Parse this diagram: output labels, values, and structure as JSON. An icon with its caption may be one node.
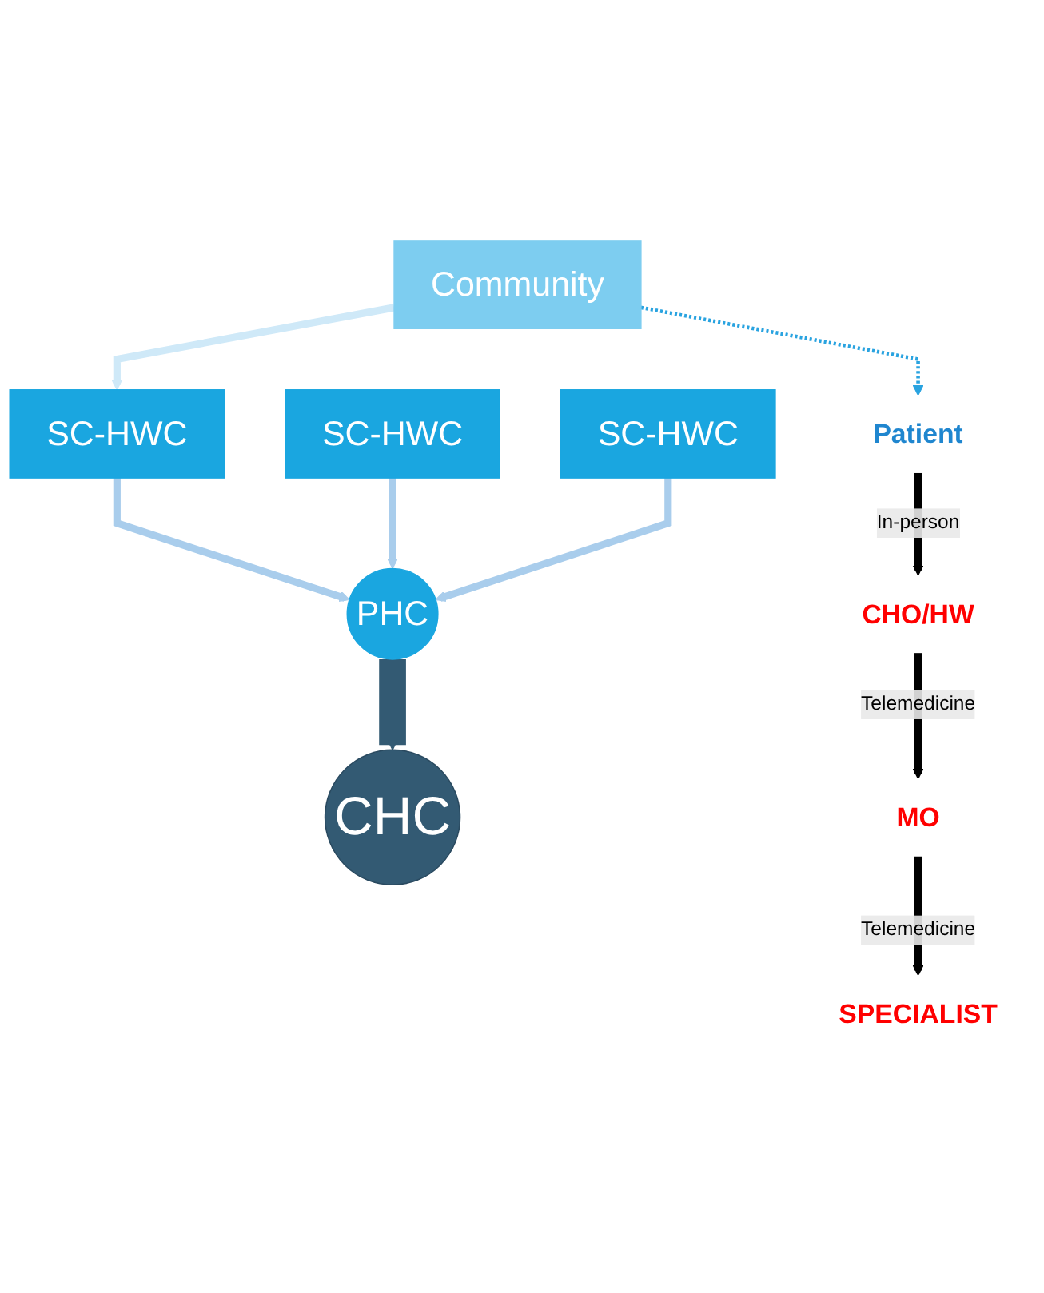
{
  "diagram": {
    "nodes": [
      {
        "text": [
          "Community"
        ]
      },
      {
        "text": [
          "Patient"
        ]
      },
      {
        "text": [
          "SC-HWC"
        ]
      },
      {
        "text": [
          "SC-HWC"
        ]
      },
      {
        "text": [
          "SC-HWC"
        ]
      },
      {
        "text": [
          "PHC"
        ]
      },
      {
        "text": [
          "CHO/HW"
        ]
      },
      {
        "text": [
          "CHC"
        ]
      },
      {
        "text": [
          "MO"
        ]
      },
      {
        "text": [
          "SPECIALIST"
        ]
      }
    ],
    "edges": [
      {
        "from": 0,
        "to": 1,
        "arrow": "to",
        "style": "dashed",
        "color": "#29a3e0"
      },
      {
        "from": 0,
        "to": 2,
        "arrow": "to",
        "color": "#cfe9f8"
      },
      {
        "from": 2,
        "to": 5,
        "arrow": "to",
        "color": "#a9cdec"
      },
      {
        "from": 3,
        "to": 5,
        "arrow": "to",
        "color": "#a9cdec"
      },
      {
        "from": 4,
        "to": 5,
        "arrow": "to",
        "color": "#a9cdec"
      },
      {
        "from": 5,
        "to": 7,
        "arrow": "to",
        "style": "thick",
        "color": "#335a73"
      },
      {
        "from": 1,
        "to": 6,
        "arrow": "to",
        "label": "In-person",
        "color": "#000000"
      },
      {
        "from": 6,
        "to": 8,
        "arrow": "to",
        "label": "Telemedicine",
        "color": "#000000"
      },
      {
        "from": 8,
        "to": 9,
        "arrow": "to",
        "label": "Telemedicine",
        "color": "#000000"
      }
    ]
  }
}
